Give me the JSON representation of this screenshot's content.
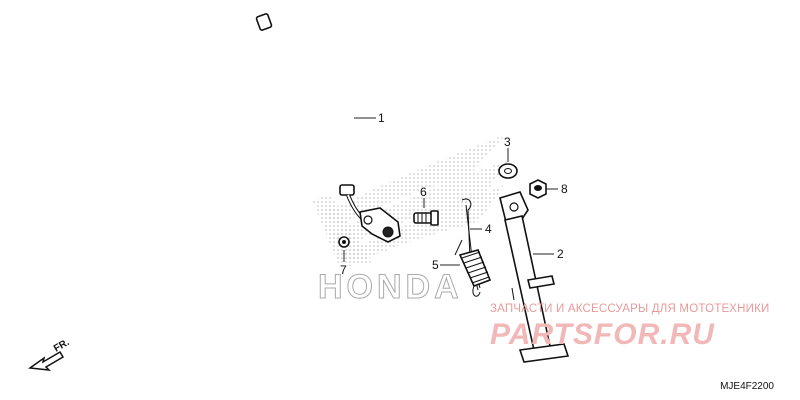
{
  "callouts": {
    "c1": "1",
    "c2": "2",
    "c3": "3",
    "c4": "4",
    "c5": "5",
    "c6": "6",
    "c7": "7",
    "c8": "8"
  },
  "watermark": {
    "caption": "ЗАПЧАСТИ И АКСЕССУАРЫ ДЛЯ МОТОТЕХНИКИ",
    "brand": "PARTSFOR.RU",
    "logo_text": "HONDA"
  },
  "direction_label": "FR.",
  "drawing_code": "MJE4F2200",
  "colors": {
    "watermark_red": "#e89a9a",
    "logo_dots": "#bdbdbd"
  }
}
